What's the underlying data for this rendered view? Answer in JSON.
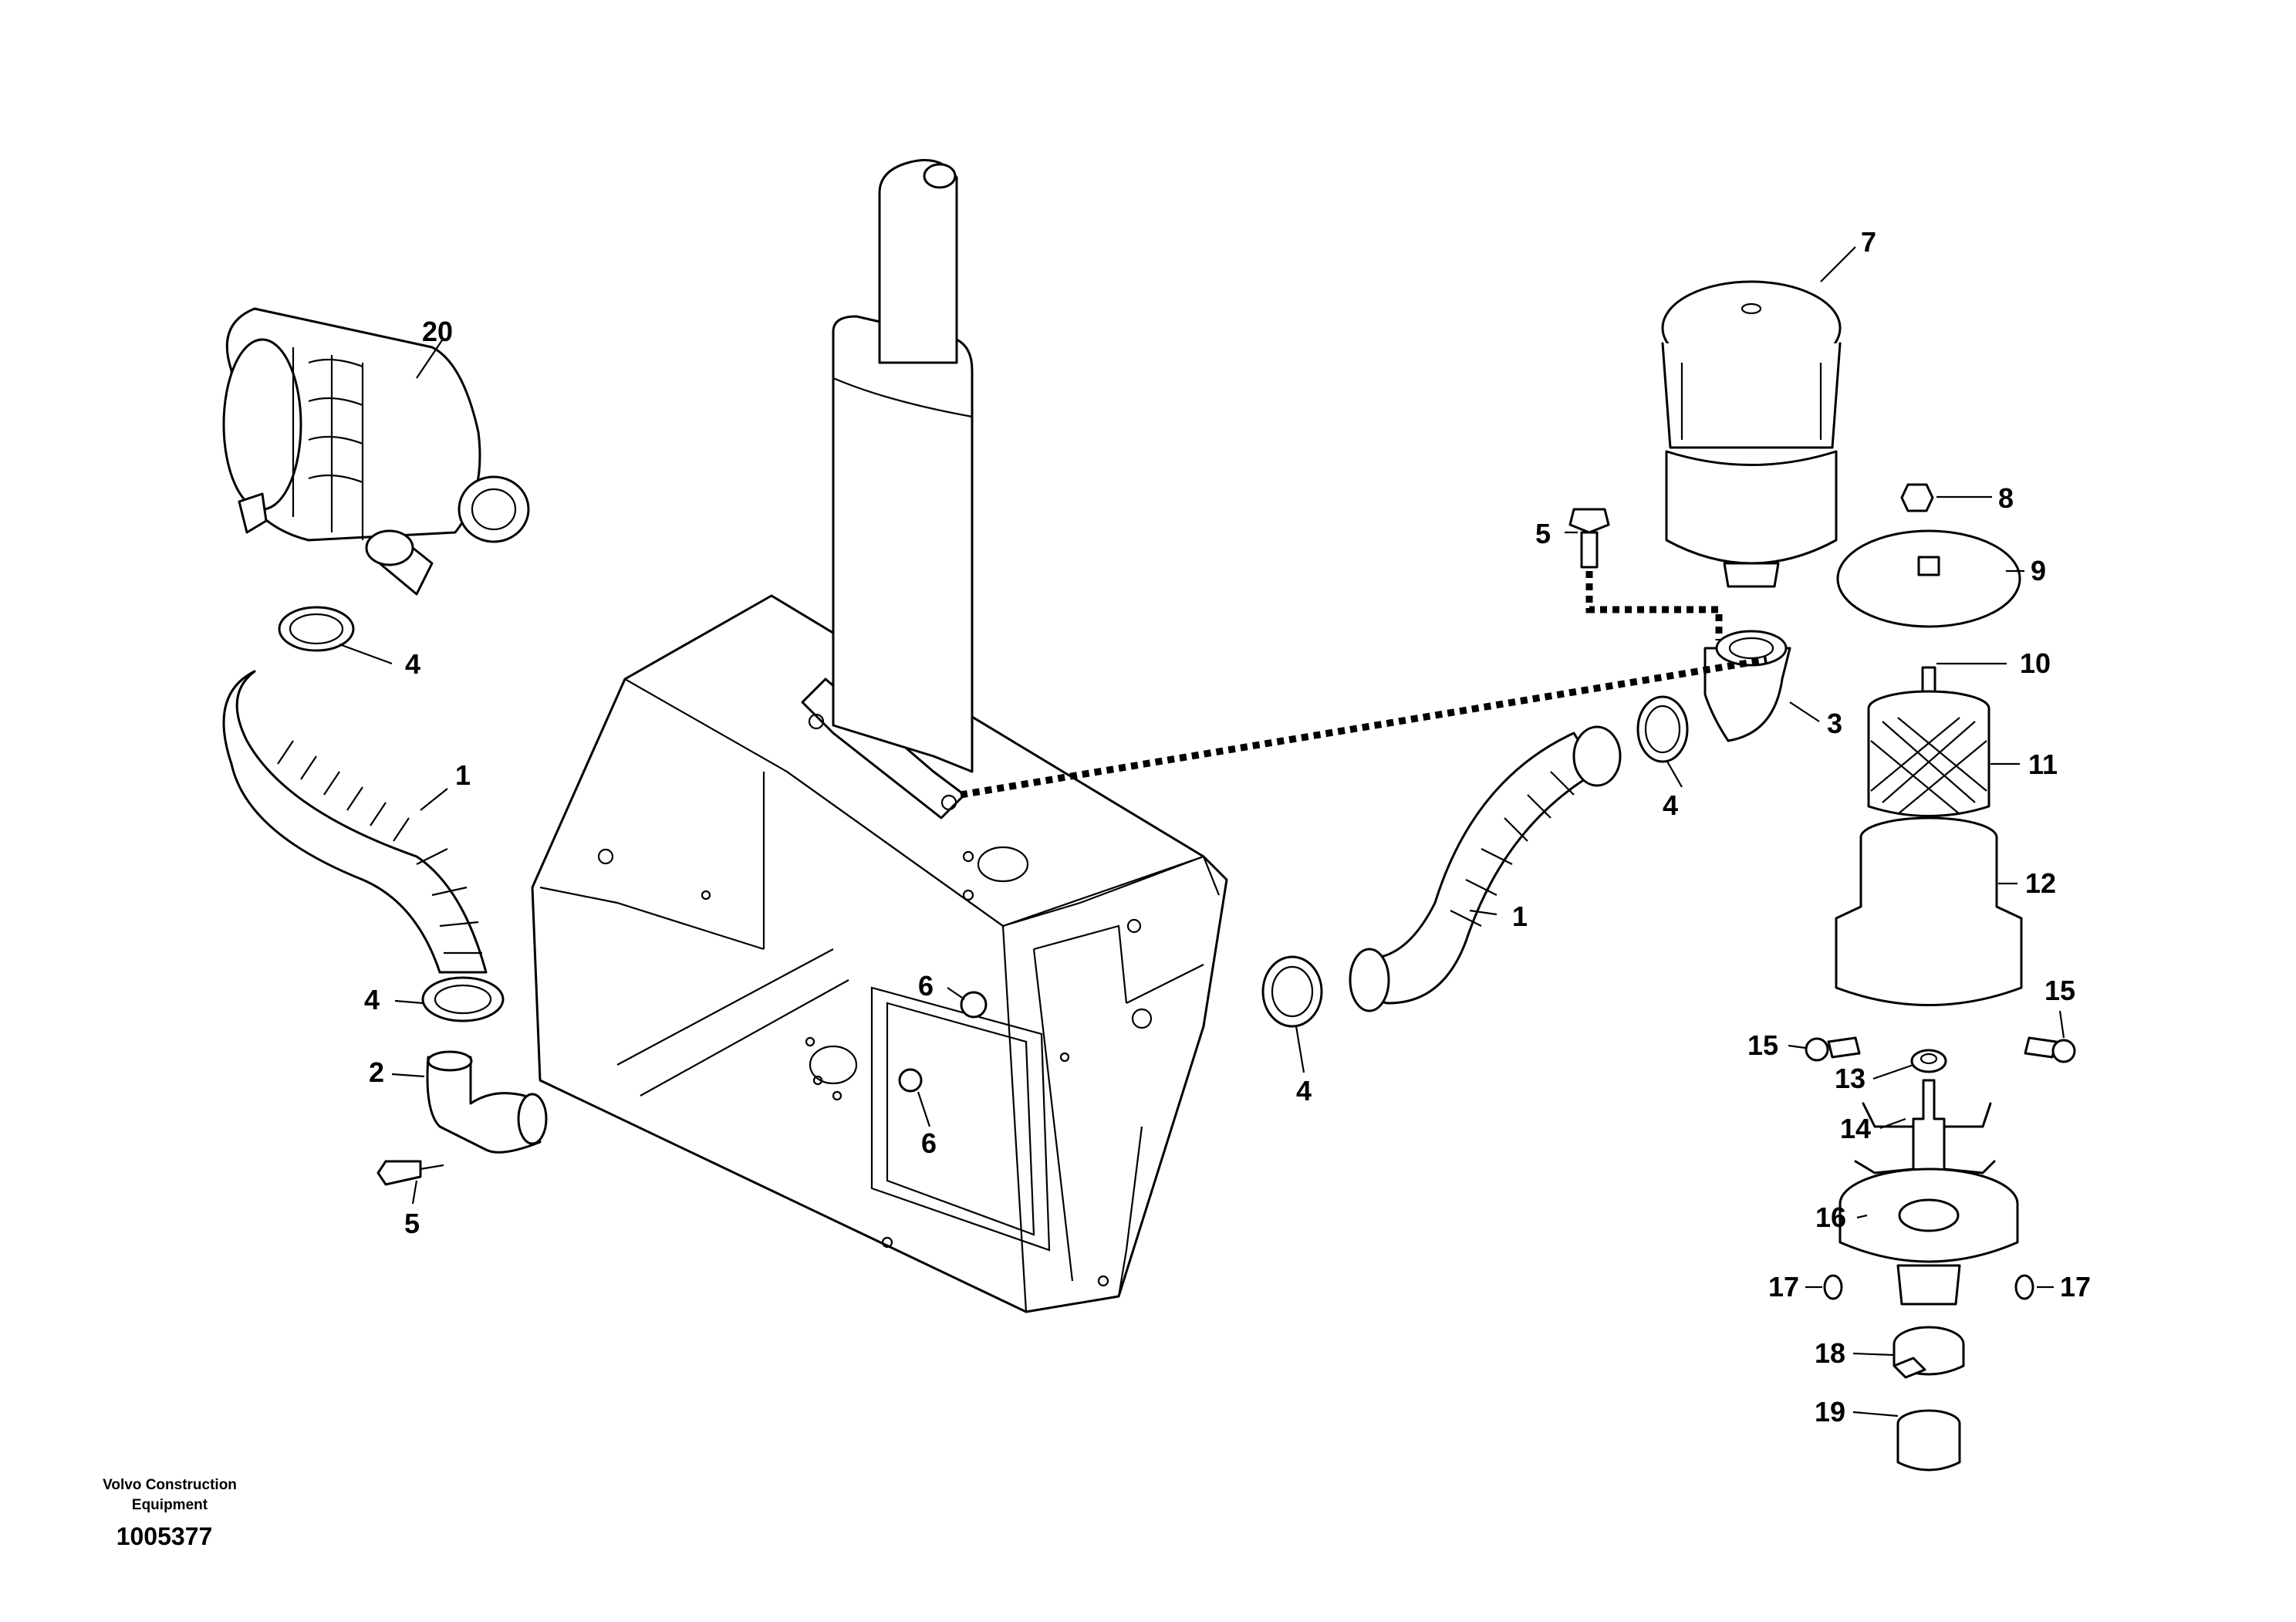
{
  "diagram": {
    "callouts": {
      "c1_left": "1",
      "c1_right": "1",
      "c2": "2",
      "c3": "3",
      "c4_top_left": "4",
      "c4_mid_left": "4",
      "c4_top_right": "4",
      "c4_bottom_right": "4",
      "c5_left": "5",
      "c5_right": "5",
      "c6_top": "6",
      "c6_bottom": "6",
      "c7": "7",
      "c8": "8",
      "c9": "9",
      "c10": "10",
      "c11": "11",
      "c12": "12",
      "c13": "13",
      "c14": "14",
      "c15_left": "15",
      "c15_right": "15",
      "c16": "16",
      "c17_left": "17",
      "c17_right": "17",
      "c18": "18",
      "c19": "19",
      "c20": "20"
    },
    "footer": {
      "company_line1": "Volvo Construction",
      "company_line2": "Equipment",
      "drawing_number": "1005377"
    }
  }
}
